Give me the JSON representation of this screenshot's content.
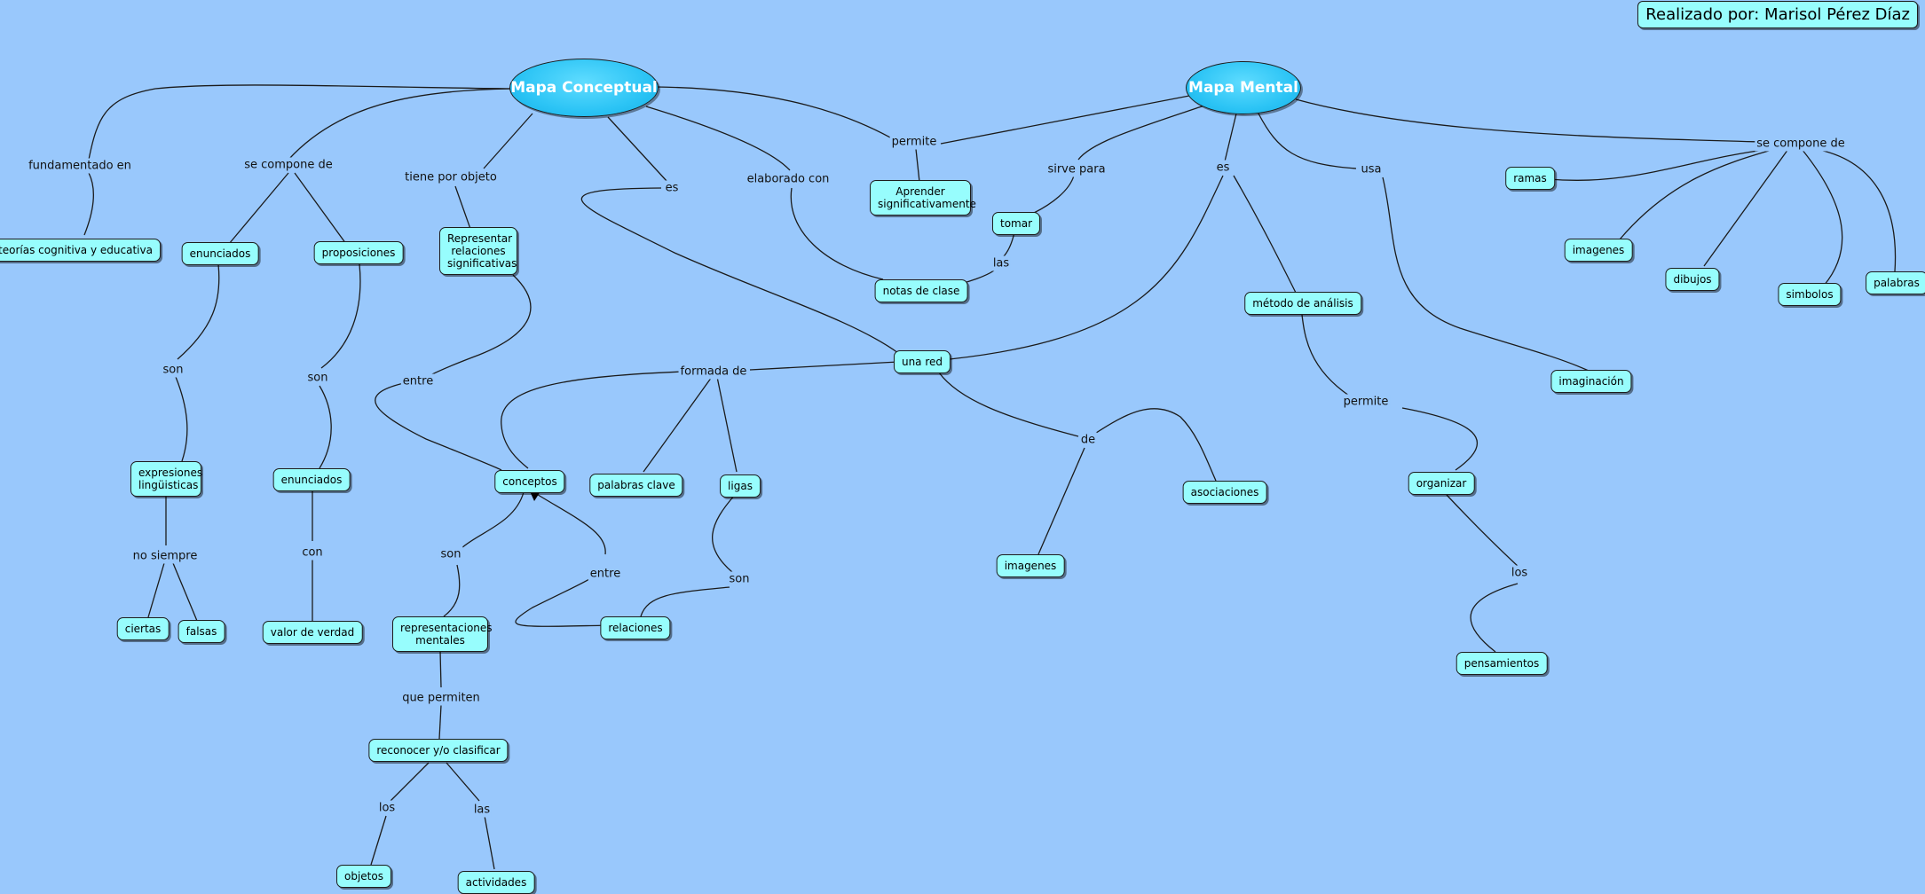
{
  "author": "Realizado por: Marisol Pérez Díaz",
  "roots": {
    "conceptual": "Mapa Conceptual",
    "mental": "Mapa Mental"
  },
  "concepts": {
    "teorias": "teorías cognitiva y educativa",
    "enunciados_1": "enunciados",
    "proposiciones": "proposiciones",
    "representar": "Representar relaciones significativas",
    "aprender": "Aprender significativamente",
    "tomar": "tomar",
    "notas": "notas de clase",
    "metodo": "método de análisis",
    "ramas": "ramas",
    "imagenes_1": "imagenes",
    "dibujos": "dibujos",
    "simbolos": "simbolos",
    "palabras": "palabras",
    "imaginacion": "imaginación",
    "una_red": "una red",
    "expresiones": "expresiones lingüisticas",
    "enunciados_2": "enunciados",
    "conceptos": "conceptos",
    "palabras_clave": "palabras clave",
    "ligas": "ligas",
    "asociaciones": "asociaciones",
    "organizar": "organizar",
    "imagenes_2": "imagenes",
    "ciertas": "ciertas",
    "falsas": "falsas",
    "valor_verdad": "valor de verdad",
    "representaciones": "representaciones mentales",
    "relaciones": "relaciones",
    "pensamientos": "pensamientos",
    "reconocer": "reconocer y/o clasificar",
    "objetos": "objetos",
    "actividades": "actividades"
  },
  "links": {
    "fundamentado": "fundamentado en",
    "compone_1": "se compone de",
    "tiene_objeto": "tiene por objeto",
    "es_1": "es",
    "elaborado": "elaborado con",
    "permite_1": "permite",
    "sirve": "sirve para",
    "es_2": "es",
    "usa": "usa",
    "compone_2": "se compone de",
    "las_1": "las",
    "son_1": "son",
    "son_2": "son",
    "entre_1": "entre",
    "formada": "formada de",
    "permite_2": "permite",
    "de": "de",
    "no_siempre": "no siempre",
    "con": "con",
    "son_3": "son",
    "entre_2": "entre",
    "son_4": "son",
    "los_1": "los",
    "que_permiten": "que permiten",
    "los_2": "los",
    "las_2": "las"
  }
}
